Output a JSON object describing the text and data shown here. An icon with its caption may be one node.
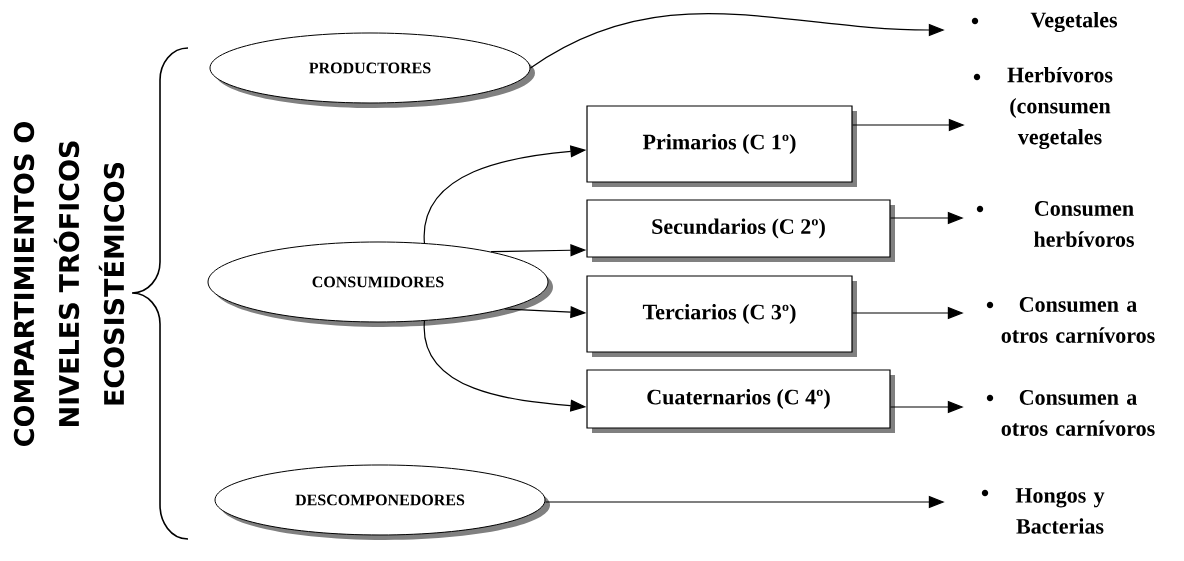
{
  "diagram": {
    "title": "COMPARTIMIENTOS O NIVELES TRÓFICOS ECOSISTÉMICOS",
    "nodes": [
      {
        "text": [
          "PRODUCTORES"
        ]
      },
      {
        "text": [
          "CONSUMIDORES"
        ]
      },
      {
        "text": [
          "DESCOMPONEDORES"
        ]
      },
      {
        "text": [
          "Primarios (C 1º)"
        ]
      },
      {
        "text": [
          "Secundarios (C 2º)"
        ]
      },
      {
        "text": [
          "Terciarios (C 3º)"
        ]
      },
      {
        "text": [
          "Cuaternarios (C 4º)"
        ]
      },
      {
        "text": [
          "Vegetales"
        ]
      },
      {
        "text": [
          "Herbívoros (consumen vegetales"
        ]
      },
      {
        "text": [
          "Consumen herbívoros"
        ]
      },
      {
        "text": [
          "Consumen a otros carnívoros"
        ]
      },
      {
        "text": [
          "Consumen a otros carnívoros"
        ]
      },
      {
        "text": [
          "Hongos y Bacterias"
        ]
      }
    ],
    "edges": [
      {
        "from": 0,
        "to": 7,
        "arrow": "to"
      },
      {
        "from": 1,
        "to": 3,
        "arrow": "to"
      },
      {
        "from": 1,
        "to": 4,
        "arrow": "to"
      },
      {
        "from": 1,
        "to": 5,
        "arrow": "to"
      },
      {
        "from": 1,
        "to": 6,
        "arrow": "to"
      },
      {
        "from": 3,
        "to": 8,
        "arrow": "to"
      },
      {
        "from": 4,
        "to": 9,
        "arrow": "to"
      },
      {
        "from": 5,
        "to": 10,
        "arrow": "to"
      },
      {
        "from": 6,
        "to": 11,
        "arrow": "to"
      },
      {
        "from": 2,
        "to": 12,
        "arrow": "to"
      }
    ]
  }
}
